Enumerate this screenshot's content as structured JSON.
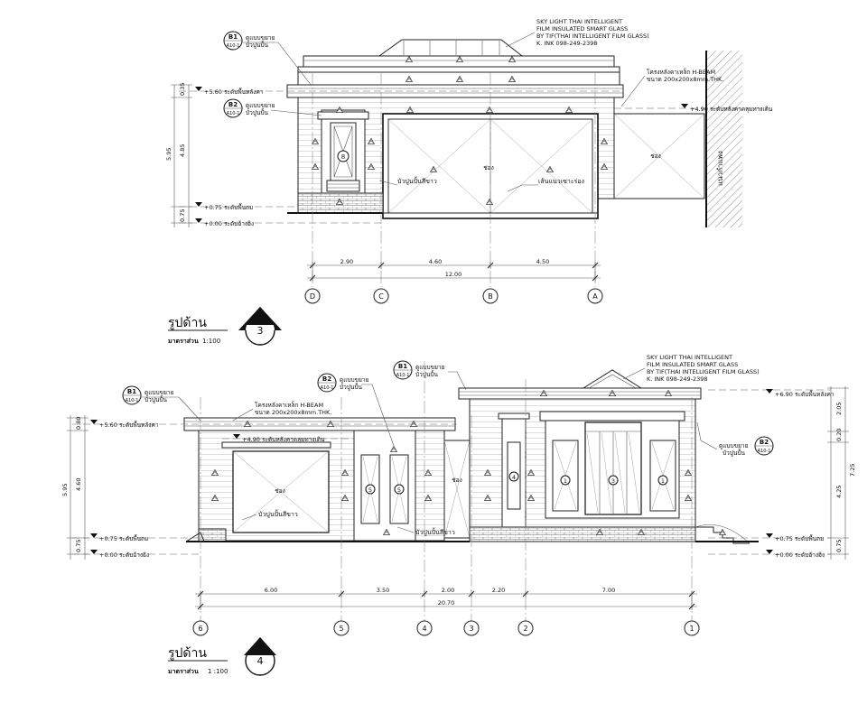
{
  "elevation3": {
    "title": "รูปด้าน",
    "scale_label": "มาตราส่วน",
    "scale": "1:100",
    "number": "3",
    "glass_note": [
      "SKY LIGHT THAI INTELLIGENT",
      "FILM INSULATED SMART GLASS",
      "BY TIF(THAI INTELLIGENT FILM GLASS)",
      "K.  INK 098-249-2398"
    ],
    "beam_note": [
      "โครงหลังคาเหล็ก H-BEAM",
      "ขนาด 200x200x8mm.THK."
    ],
    "detail_b1": {
      "id": "B1",
      "sheet": "A10-1",
      "note1": "ดูแบบขยาย",
      "note2": "บัวปูนปั้น"
    },
    "detail_b2": {
      "id": "B2",
      "sheet": "A10-1",
      "note1": "ดูแบบขยาย",
      "note2": "บัวปูนปั้น"
    },
    "level_roof": "+5.60 ระดับพื้นหลังคา",
    "level_fascia": "+4.90 ระดับหลังคาคลุมทางเดิน",
    "level_floor": "+0.75 ระดับพื้นถม",
    "level_ground": "+0.00 ระดับอ้างอิง",
    "wall_label": "แนวกำแพง",
    "plaster_label": "บัวปูนปั้นสีขาว",
    "groove_label": "เส้นแนวเซาะร่อง",
    "opening_label": "ช่อง",
    "door_tag": "8",
    "vdims": [
      "0.35",
      "4.85",
      "5.95",
      "0.75"
    ],
    "hdims": [
      "2.90",
      "4.60",
      "4.50"
    ],
    "total": "12.00",
    "grids": [
      "D",
      "C",
      "B",
      "A"
    ]
  },
  "elevation4": {
    "title": "รูปด้าน",
    "scale_label": "มาตราส่วน",
    "scale": "1 :100",
    "number": "4",
    "glass_note": [
      "SKY LIGHT THAI INTELLIGENT",
      "FILM INSULATED SMART GLASS",
      "BY TIF(THAI INTELLIGENT FILM GLASS)",
      "K.  INK 098-249-2398"
    ],
    "beam_note": [
      "โครงหลังคาเหล็ก H-BEAM",
      "ขนาด 200x200x8mm.THK."
    ],
    "detail_b1_left": {
      "id": "B1",
      "sheet": "A10-1",
      "note1": "ดูแบบขยาย",
      "note2": "บัวปูนปั้น"
    },
    "detail_b2": {
      "id": "B2",
      "sheet": "A10-1",
      "note1": "ดูแบบขยาย",
      "note2": "บัวปูนปั้น"
    },
    "detail_b1_top": {
      "id": "B1",
      "sheet": "A10-1",
      "note1": "ดูแบบขยาย",
      "note2": "บัวปูนปั้น"
    },
    "detail_b2_right": {
      "id": "B2",
      "sheet": "A10-1",
      "note1": "ดูแบบขยาย",
      "note2": "บัวปูนปั้น"
    },
    "level_roof_left": "+5.60 ระดับพื้นหลังคา",
    "level_roof_right": "+6.90 ระดับพื้นหลังคา",
    "level_fascia": "+4.90 ระดับหลังคาคลุมทางเดิน",
    "level_floor_left": "+0.75 ระดับพื้นถม",
    "level_floor_right": "+0.75 ระดับพื้นถม",
    "level_ground_left": "+0.00 ระดับอ้างอิง",
    "level_ground_right": "+0.00 ระดับอ้างอิง",
    "plaster_label": "บัวปูนปั้นสีขาว",
    "plaster_label_2": "บัวปูนปั้นสีขาว",
    "opening_label": "ช่อง",
    "opening_label_2": "ช่อง",
    "door_tags": [
      "5",
      "5",
      "4",
      "1",
      "3",
      "1"
    ],
    "vdims_left": [
      "0.80",
      "4.60",
      "5.95",
      "0.75"
    ],
    "vdims_right": [
      "2.05",
      "0.20",
      "4.25",
      "7.25",
      "0.75"
    ],
    "hdims": [
      "6.00",
      "3.50",
      "2.00",
      "2.20",
      "7.00"
    ],
    "total": "20.70",
    "grids": [
      "6",
      "5",
      "4",
      "3",
      "2",
      "1"
    ]
  }
}
